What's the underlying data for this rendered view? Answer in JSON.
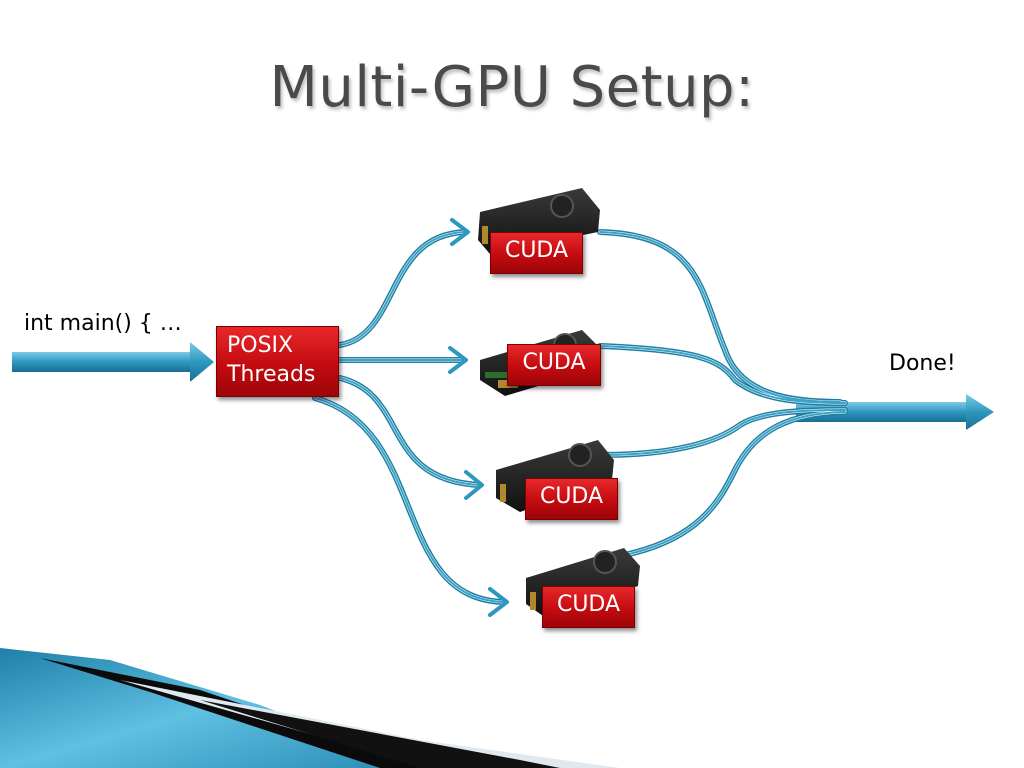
{
  "slide": {
    "title": "Multi-GPU Setup:",
    "code_label": "int main() { …",
    "posix_label_line1": "POSIX",
    "posix_label_line2": "Threads",
    "done_label": "Done!",
    "gpus": [
      {
        "label": "CUDA"
      },
      {
        "label": "CUDA"
      },
      {
        "label": "CUDA"
      },
      {
        "label": "CUDA"
      }
    ]
  },
  "colors": {
    "arrow": "#3aa3c6",
    "arrow_dark": "#1e7fa3",
    "box_red": "#c30b10",
    "title": "#4a4a4a"
  }
}
